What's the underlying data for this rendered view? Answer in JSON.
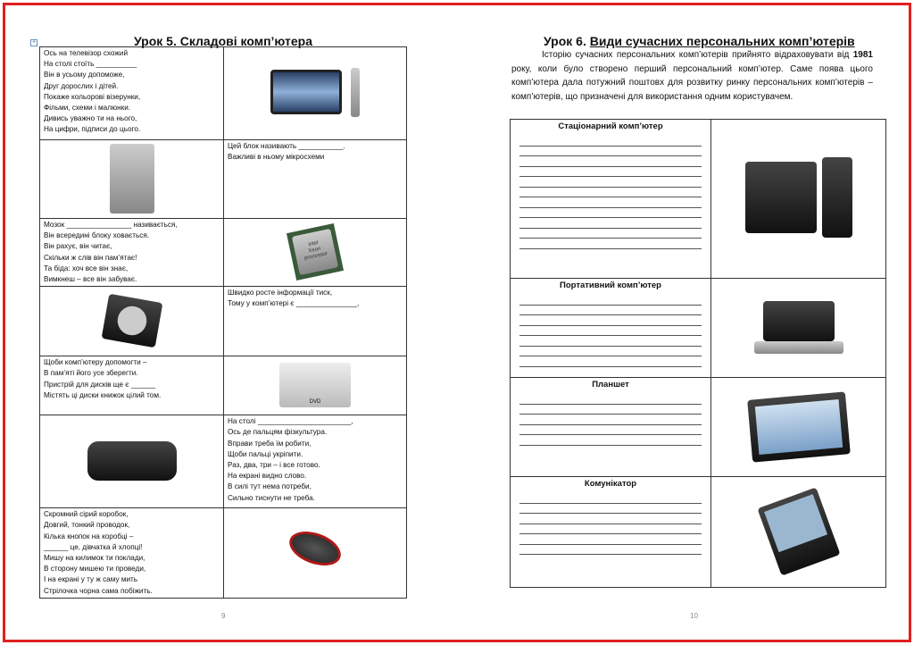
{
  "left_page": {
    "title_prefix": "Урок 5. ",
    "title_main": "Складові комп’ютера",
    "page_number": "9",
    "rows": [
      {
        "text": [
          "Ось на телевізор  схожий",
          "На столі стоїть __________",
          "Він в усьому допоможе,",
          "Друг дорослих  і дітей.",
          "Покаже кольорові  візерунки,",
          "Фільми, схеми і малюнки.",
          "Дивись уважно  ти на нього,",
          "На цифри, підписи до цього."
        ],
        "image": "monitor"
      },
      {
        "text": [
          "Цей блок називають ___________.",
          "Важливі в ньому мікросхеми"
        ],
        "image": "system-unit"
      },
      {
        "text": [
          "Мозок ________________  називається,",
          "Він всередині  блоку ховається.",
          "Він рахує,  він читає,",
          "Скільки ж слів він пам’ятає!",
          "Та біда: хоч все він знає,",
          "Вимкнеш – все він забуває."
        ],
        "image": "processor",
        "image_label": [
          "intel",
          "Xeon",
          "processor"
        ]
      },
      {
        "text": [
          "Швидко росте інформації тиск,",
          "Тому у комп’ютері є _______________,"
        ],
        "image": "hard-drive"
      },
      {
        "text": [
          "Щоби комп’ютеру допомогти  –",
          "В пам’яті його усе зберегти.",
          "Пристрій  для дисків ще є ______",
          "Містять ці диски книжок  цілий том."
        ],
        "image": "dvd-drive",
        "image_label": "DVD"
      },
      {
        "text": [
          "На столі _______________________,",
          "Ось де пальцям фізкультура.",
          "Вправи треба їм робити,",
          "Щоби пальці укріпити.",
          "Раз, два, три – і все готово.",
          "На екрані видно слово.",
          "В силі тут нема потреби,",
          "Сильно тиснути не треба."
        ],
        "image": "keyboard"
      },
      {
        "text": [
          "Скромний  сірий коробок,",
          "Довгий, тонкий проводок,",
          "Кілька кнопок  на коробці –",
          "______  це, дівчатка й хлопці!",
          "Мишу на килимок ти поклади,",
          "В сторону  мишею ти проведи,",
          "І на екрані  у ту ж саму мить",
          "Стрілочка  чорна сама побіжить."
        ],
        "image": "mouse"
      }
    ]
  },
  "right_page": {
    "title_prefix": "Урок 6. ",
    "title_main": "Види сучасних  персональних комп’ютерів",
    "intro_start": "Історію сучасних персональних комп’ютерів прийнято відраховувати від ",
    "intro_year": "1981",
    "intro_end": " року, коли було створено перший  персональний комп’ютер. Саме поява цього комп’ютера дала потужний поштовх для розвитку ринку персональних комп’ютерів – комп’ютерів, що призначені для використання одним користувачем.",
    "page_number": "10",
    "rows": [
      {
        "heading": "Стаціонарний комп’ютер",
        "image": "desktop-computer"
      },
      {
        "heading": "Портативний комп’ютер",
        "image": "laptop"
      },
      {
        "heading": "Планшет",
        "image": "tablet"
      },
      {
        "heading": "Комунікатор",
        "image": "communicator"
      }
    ]
  },
  "colors": {
    "frame": "#e02020"
  }
}
